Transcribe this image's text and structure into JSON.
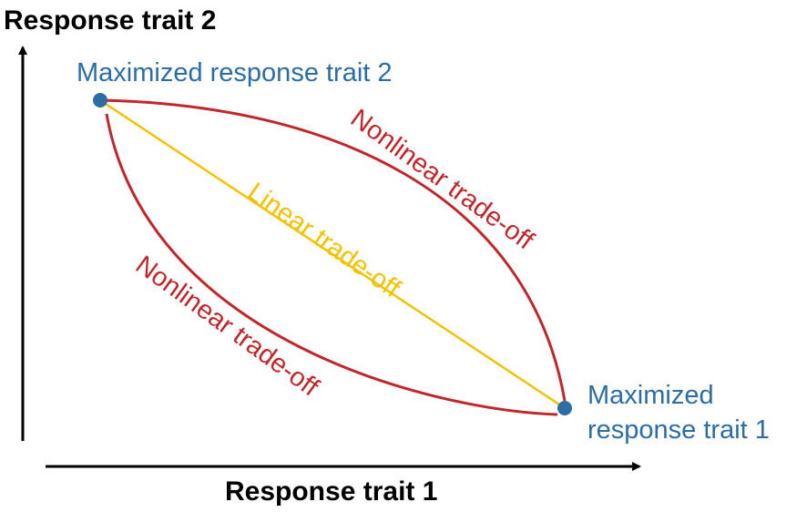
{
  "y_axis_title": "Response trait 2",
  "x_axis_title": "Response trait 1",
  "point_top": {
    "label": "Maximized response trait 2"
  },
  "point_bottom": {
    "label_line1": "Maximized",
    "label_line2": "response trait 1"
  },
  "upper_curve": {
    "label": "Nonlinear trade-off"
  },
  "lower_curve": {
    "label": "Nonlinear trade-off"
  },
  "linear": {
    "label": "Linear trade-off"
  },
  "colors": {
    "axis": "#000000",
    "point": "#2e6da4",
    "point_label": "#2e6da4",
    "nonlinear": "#c0272d",
    "linear": "#f2c200"
  }
}
